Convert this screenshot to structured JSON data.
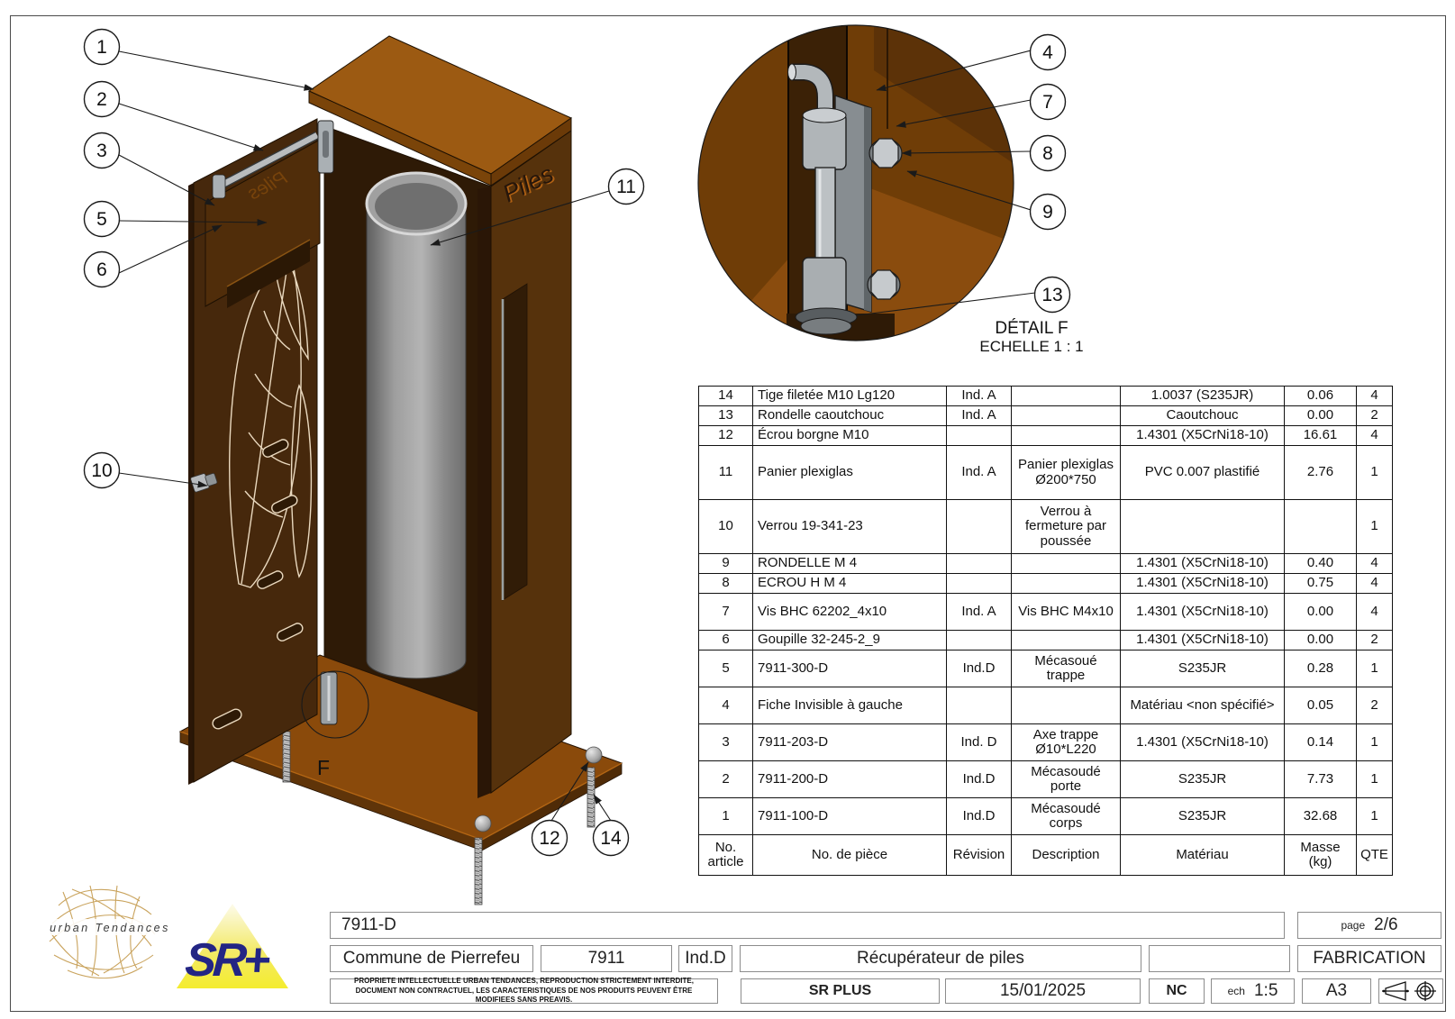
{
  "colors": {
    "top_face": "#9c5a12",
    "side_face": "#56320c",
    "door_face": "#46280c",
    "interior": "#2e1a06",
    "base_face": "#8a4a0b",
    "detail_bg": "#6f3d07",
    "metal": "#b0b5b8"
  },
  "main_view": {
    "piles_side": "Piles",
    "piles_trappe": "Piles",
    "f_label": "F",
    "balloons": [
      {
        "label": "1"
      },
      {
        "label": "2"
      },
      {
        "label": "3"
      },
      {
        "label": "5"
      },
      {
        "label": "6"
      },
      {
        "label": "10"
      },
      {
        "label": "11"
      },
      {
        "label": "12"
      },
      {
        "label": "14"
      }
    ]
  },
  "detail_view": {
    "title": "DÉTAIL F",
    "scale": "ECHELLE 1 : 1",
    "balloons": [
      {
        "label": "4"
      },
      {
        "label": "7"
      },
      {
        "label": "8"
      },
      {
        "label": "9"
      },
      {
        "label": "13"
      }
    ]
  },
  "bom": {
    "headers": {
      "no": "No. article",
      "piece": "No. de pièce",
      "revision": "Révision",
      "description": "Description",
      "material": "Matériau",
      "mass": "Masse (kg)",
      "qty": "QTE"
    },
    "rows": [
      {
        "no": "14",
        "piece": "Tige filetée M10 Lg120",
        "revision": "Ind. A",
        "description": "",
        "material": "1.0037 (S235JR)",
        "mass": "0.06",
        "qty": "4"
      },
      {
        "no": "13",
        "piece": "Rondelle caoutchouc",
        "revision": "Ind. A",
        "description": "",
        "material": "Caoutchouc",
        "mass": "0.00",
        "qty": "2"
      },
      {
        "no": "12",
        "piece": "Écrou borgne M10",
        "revision": "",
        "description": "",
        "material": "1.4301 (X5CrNi18-10)",
        "mass": "16.61",
        "qty": "4"
      },
      {
        "no": "11",
        "piece": "Panier plexiglas",
        "revision": "Ind. A",
        "description": "Panier plexiglas Ø200*750",
        "material": "PVC 0.007 plastifié",
        "mass": "2.76",
        "qty": "1"
      },
      {
        "no": "10",
        "piece": "Verrou 19-341-23",
        "revision": "",
        "description": "Verrou à fermeture par poussée",
        "material": "",
        "mass": "",
        "qty": "1"
      },
      {
        "no": "9",
        "piece": "RONDELLE M 4",
        "revision": "",
        "description": "",
        "material": "1.4301 (X5CrNi18-10)",
        "mass": "0.40",
        "qty": "4"
      },
      {
        "no": "8",
        "piece": "ECROU H M 4",
        "revision": "",
        "description": "",
        "material": "1.4301 (X5CrNi18-10)",
        "mass": "0.75",
        "qty": "4"
      },
      {
        "no": "7",
        "piece": "Vis BHC 62202_4x10",
        "revision": "Ind. A",
        "description": "Vis BHC M4x10",
        "material": "1.4301 (X5CrNi18-10)",
        "mass": "0.00",
        "qty": "4"
      },
      {
        "no": "6",
        "piece": "Goupille 32-245-2_9",
        "revision": "",
        "description": "",
        "material": "1.4301 (X5CrNi18-10)",
        "mass": "0.00",
        "qty": "2"
      },
      {
        "no": "5",
        "piece": "7911-300-D",
        "revision": "Ind.D",
        "description": "Mécasoué trappe",
        "material": "S235JR",
        "mass": "0.28",
        "qty": "1"
      },
      {
        "no": "4",
        "piece": "Fiche Invisible à gauche",
        "revision": "",
        "description": "",
        "material": "Matériau <non spécifié>",
        "mass": "0.05",
        "qty": "2"
      },
      {
        "no": "3",
        "piece": "7911-203-D",
        "revision": "Ind. D",
        "description": "Axe trappe Ø10*L220",
        "material": "1.4301 (X5CrNi18-10)",
        "mass": "0.14",
        "qty": "1"
      },
      {
        "no": "2",
        "piece": "7911-200-D",
        "revision": "Ind.D",
        "description": "Mécasoudé porte",
        "material": "S235JR",
        "mass": "7.73",
        "qty": "1"
      },
      {
        "no": "1",
        "piece": "7911-100-D",
        "revision": "Ind.D",
        "description": "Mécasoudé corps",
        "material": "S235JR",
        "mass": "32.68",
        "qty": "1"
      }
    ]
  },
  "title_block": {
    "drawing_no": "7911-D",
    "page_label": "page",
    "page_value": "2/6",
    "client": "Commune de Pierrefeu",
    "project_no": "7911",
    "index": "Ind.D",
    "title": "Récupérateur de piles",
    "doc_type": "FABRICATION",
    "legal": "PROPRIETE INTELLECTUELLE URBAN TENDANCES, REPRODUCTION STRICTEMENT INTERDITE, DOCUMENT NON CONTRACTUEL, LES CARACTERISTIQUES DE NOS PRODUITS PEUVENT ÊTRE MODIFIEES SANS PREAVIS.",
    "author": "SR PLUS",
    "date": "15/01/2025",
    "nc": "NC",
    "scale_label": "ech",
    "scale_value": "1:5",
    "format": "A3"
  },
  "logos": {
    "urban": "urban Tendances",
    "sr": "SR+"
  }
}
